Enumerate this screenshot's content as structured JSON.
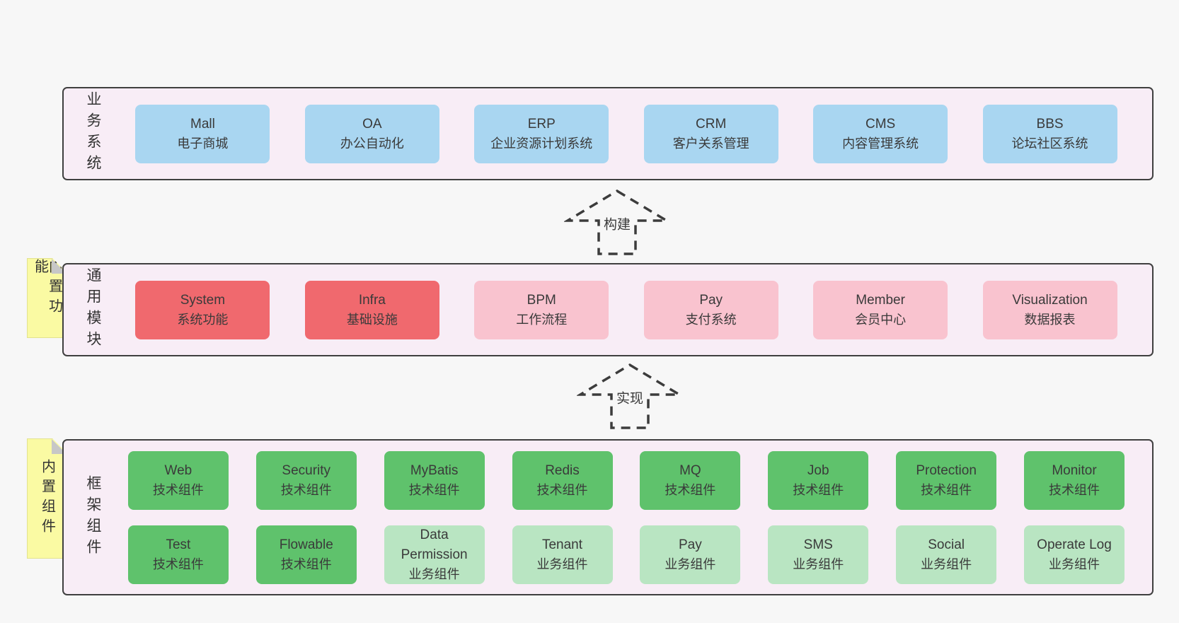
{
  "colors": {
    "page_bg": "#f7f7f7",
    "band_bg": "#f8edf6",
    "band_border": "#3f3f3f",
    "box_blue": "#a9d6f1",
    "box_red": "#f0696e",
    "box_pink": "#f9c3cf",
    "box_green": "#5fc26c",
    "box_light_green": "#b9e5c2",
    "note_yellow": "#fafaa3",
    "text": "#3a3a3a"
  },
  "arrows": [
    {
      "label": "构建"
    },
    {
      "label": "实现"
    }
  ],
  "bands": [
    {
      "label": "业务系统",
      "boxes": [
        {
          "name": "Mall",
          "desc": "电子商城"
        },
        {
          "name": "OA",
          "desc": "办公自动化"
        },
        {
          "name": "ERP",
          "desc": "企业资源计划系统"
        },
        {
          "name": "CRM",
          "desc": "客户关系管理"
        },
        {
          "name": "CMS",
          "desc": "内容管理系统"
        },
        {
          "name": "BBS",
          "desc": "论坛社区系统"
        }
      ]
    },
    {
      "label": "通用模块",
      "note": "内置功能",
      "boxes": [
        {
          "name": "System",
          "desc": "系统功能"
        },
        {
          "name": "Infra",
          "desc": "基础设施"
        },
        {
          "name": "BPM",
          "desc": "工作流程"
        },
        {
          "name": "Pay",
          "desc": "支付系统"
        },
        {
          "name": "Member",
          "desc": "会员中心"
        },
        {
          "name": "Visualization",
          "desc": "数据报表"
        }
      ]
    },
    {
      "label": "框架组件",
      "note": "内置组件",
      "rows": [
        {
          "boxes": [
            {
              "name": "Web",
              "desc": "技术组件"
            },
            {
              "name": "Security",
              "desc": "技术组件"
            },
            {
              "name": "MyBatis",
              "desc": "技术组件"
            },
            {
              "name": "Redis",
              "desc": "技术组件"
            },
            {
              "name": "MQ",
              "desc": "技术组件"
            },
            {
              "name": "Job",
              "desc": "技术组件"
            },
            {
              "name": "Protection",
              "desc": "技术组件"
            },
            {
              "name": "Monitor",
              "desc": "技术组件"
            }
          ]
        },
        {
          "boxes": [
            {
              "name": "Test",
              "desc": "技术组件"
            },
            {
              "name": "Flowable",
              "desc": "技术组件"
            },
            {
              "name": "Data Permission",
              "desc": "业务组件"
            },
            {
              "name": "Tenant",
              "desc": "业务组件"
            },
            {
              "name": "Pay",
              "desc": "业务组件"
            },
            {
              "name": "SMS",
              "desc": "业务组件"
            },
            {
              "name": "Social",
              "desc": "业务组件"
            },
            {
              "name": "Operate Log",
              "desc": "业务组件"
            }
          ]
        }
      ]
    }
  ]
}
